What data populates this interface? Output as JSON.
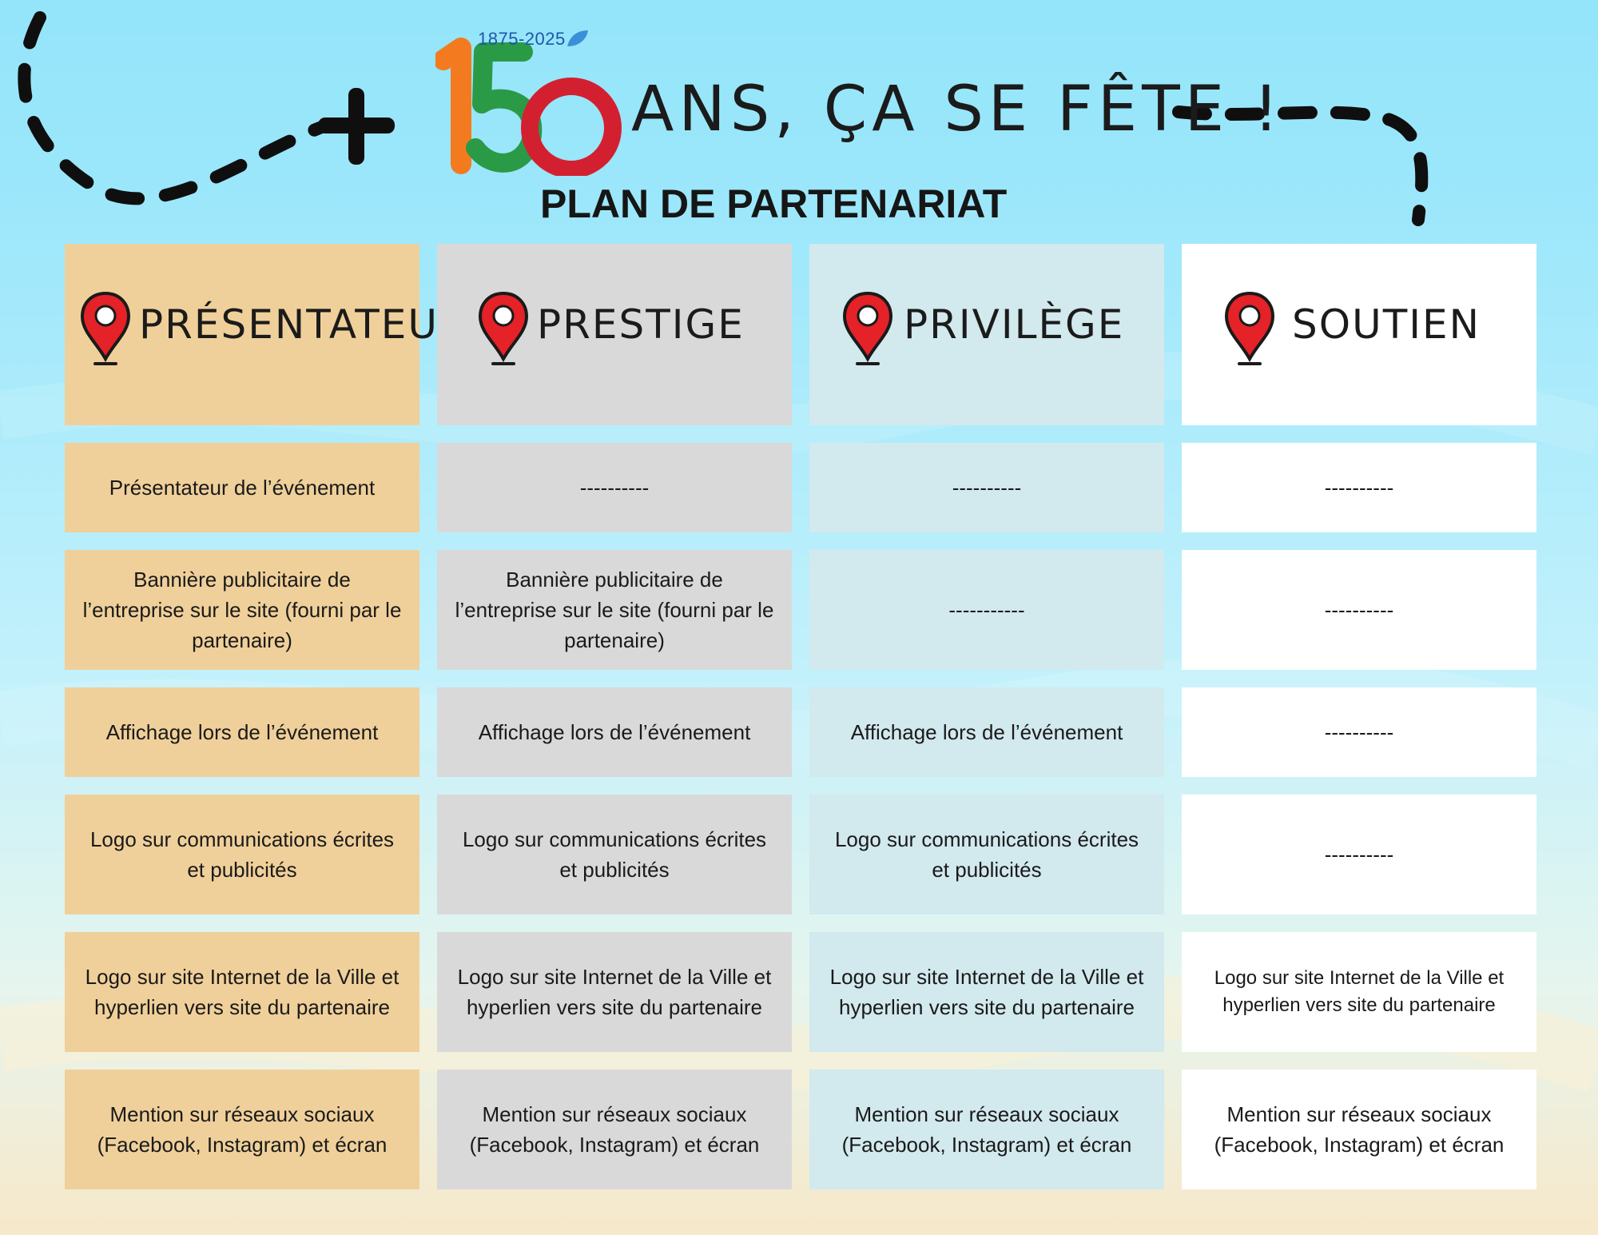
{
  "header": {
    "years": "1875-2025",
    "headline": "ans, ça se fête !",
    "subtitle": "PLAN DE PARTENARIAT"
  },
  "columns": [
    {
      "name": "Présentateur"
    },
    {
      "name": "Prestige"
    },
    {
      "name": "Privilège"
    },
    {
      "name": "Soutien"
    }
  ],
  "rows": [
    [
      "Présentateur de l’événement",
      "----------",
      "----------",
      "----------"
    ],
    [
      "Bannière publicitaire de l’entreprise sur le site (fourni par le partenaire)",
      "Bannière publicitaire de l’entreprise sur le site (fourni par le partenaire)",
      "-----------",
      "----------"
    ],
    [
      "Affichage lors de l’événement",
      "Affichage lors de l’événement",
      "Affichage lors de l’événement",
      "----------"
    ],
    [
      "Logo sur communications écrites et publicités",
      "Logo sur communications écrites et publicités",
      "Logo sur communications écrites et publicités",
      "----------"
    ],
    [
      "Logo sur site Internet de la Ville et hyperlien vers site du partenaire",
      "Logo sur site Internet de la Ville et hyperlien vers site du partenaire",
      "Logo sur site Internet de la Ville et hyperlien vers site du partenaire",
      "Logo sur site Internet de la Ville et hyperlien vers site du partenaire"
    ],
    [
      "Mention sur réseaux sociaux (Facebook, Instagram) et écran",
      "Mention sur réseaux sociaux (Facebook, Instagram) et écran",
      "Mention sur réseaux sociaux (Facebook, Instagram) et écran",
      "Mention sur réseaux sociaux (Facebook, Instagram) et écran"
    ]
  ],
  "colors": {
    "presentateur": "#f0d09a",
    "prestige": "#d9d9d9",
    "privilege": "#d2e9ee",
    "soutien": "#ffffff",
    "pin": "#e52227",
    "logo_orange": "#f47a20",
    "logo_green": "#2a9a47",
    "logo_red": "#d32030"
  },
  "icons": {
    "column_marker": "map-pin-icon",
    "logo": "150-anniversary-logo",
    "leaf": "leaf-icon",
    "path": "dashed-route-decoration"
  }
}
